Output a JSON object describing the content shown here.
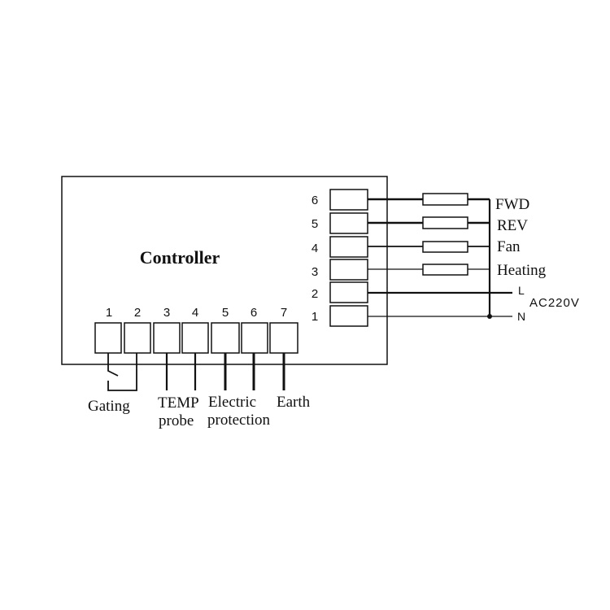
{
  "controller": {
    "title": "Controller"
  },
  "bottom_terminals": {
    "numbers": [
      "1",
      "2",
      "3",
      "4",
      "5",
      "6",
      "7"
    ],
    "labels": {
      "gating": "Gating",
      "temp_probe_line1": "TEMP",
      "temp_probe_line2": "probe",
      "electric_protection_line1": "Electric",
      "electric_protection_line2": "protection",
      "earth": "Earth"
    }
  },
  "right_terminals": {
    "numbers": [
      "6",
      "5",
      "4",
      "3",
      "2",
      "1"
    ]
  },
  "outputs": {
    "fwd": "FWD",
    "rev": "REV",
    "fan": "Fan",
    "heating": "Heating"
  },
  "power": {
    "live": "L",
    "neutral": "N",
    "voltage": "AC220V"
  },
  "colors": {
    "line": "#111111",
    "background": "#ffffff"
  }
}
